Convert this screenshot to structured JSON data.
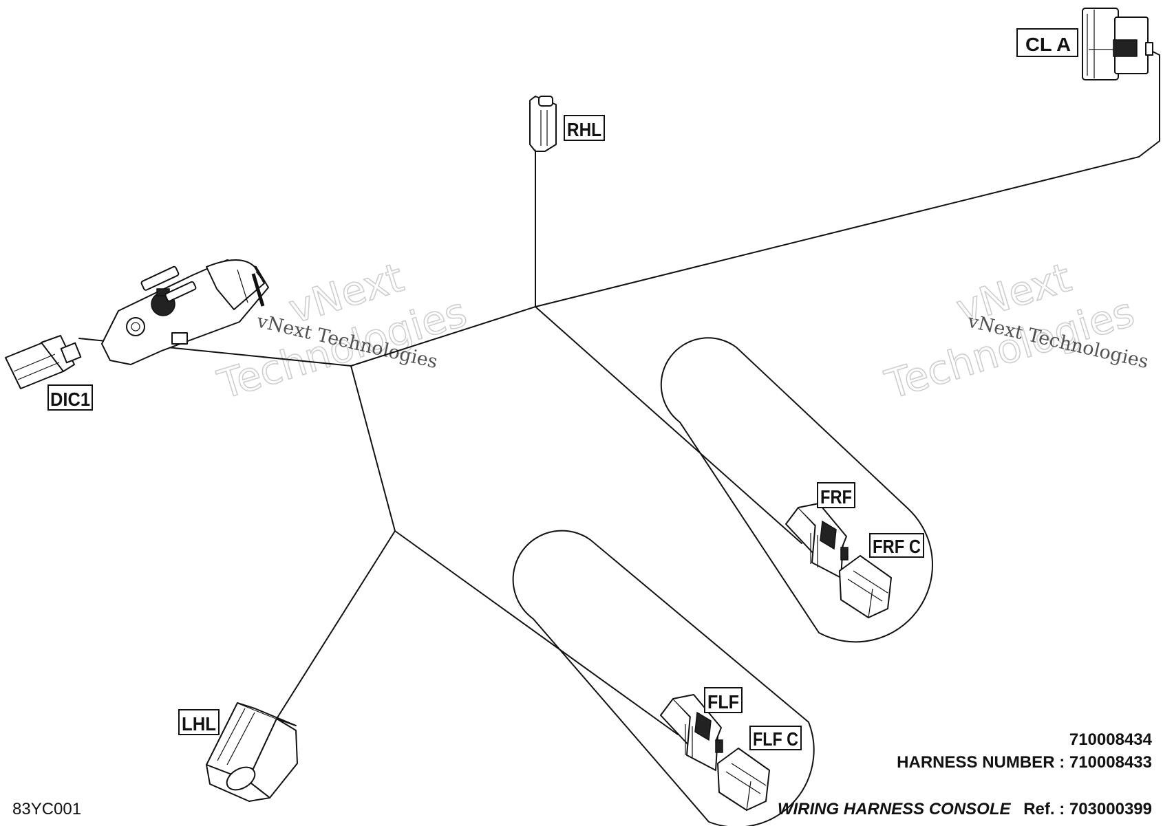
{
  "connectors": [
    {
      "id": "rhl",
      "label": "RHL"
    },
    {
      "id": "cla",
      "label": "CL A"
    },
    {
      "id": "dic1",
      "label": "DIC1"
    },
    {
      "id": "frf",
      "label": "FRF"
    },
    {
      "id": "frfc",
      "label": "FRF C"
    },
    {
      "id": "flf",
      "label": "FLF"
    },
    {
      "id": "flfc",
      "label": "FLF C"
    },
    {
      "id": "lhl",
      "label": "LHL"
    }
  ],
  "watermark": {
    "line1": "vNext",
    "line2": "Technologies",
    "caption": "vNext Technologies"
  },
  "footer": {
    "part_number": "710008434",
    "harness_label": "HARNESS NUMBER :",
    "harness_number": "710008433",
    "figure_code": "83YC001",
    "title": "WIRING HARNESS  CONSOLE",
    "ref_label": "Ref. :",
    "ref_number": "703000399"
  }
}
